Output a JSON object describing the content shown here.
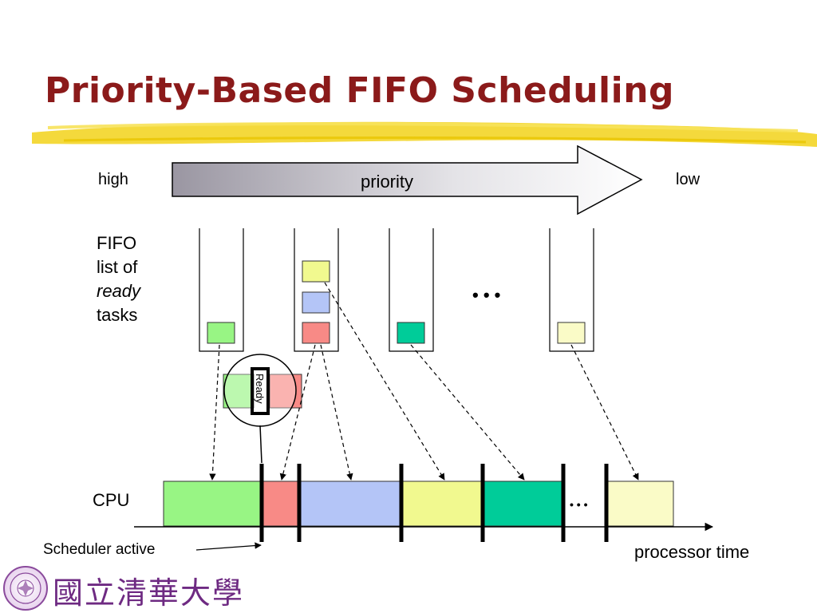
{
  "slide": {
    "title": "Priority-Based FIFO Scheduling"
  },
  "priority_bar": {
    "high_label": "high",
    "low_label": "low",
    "arrow_label": "priority"
  },
  "queues": {
    "label_lines": [
      "FIFO",
      "list of",
      "ready",
      "tasks"
    ],
    "ellipsis": "• • •"
  },
  "ready_tag": "Ready",
  "cpu": {
    "label": "CPU",
    "ellipsis": "• • •",
    "scheduler_label": "Scheduler active",
    "time_label": "processor time"
  },
  "colors": {
    "title": "#8b1a1a",
    "green": "#98f584",
    "yellow": "#f1f98f",
    "blue": "#b4c5f7",
    "red": "#f88a86",
    "teal": "#00cc99",
    "pale_yellow": "#fafbc7",
    "highlighter": "#f2d21a"
  },
  "logo": {
    "text": "國立清華大學"
  }
}
